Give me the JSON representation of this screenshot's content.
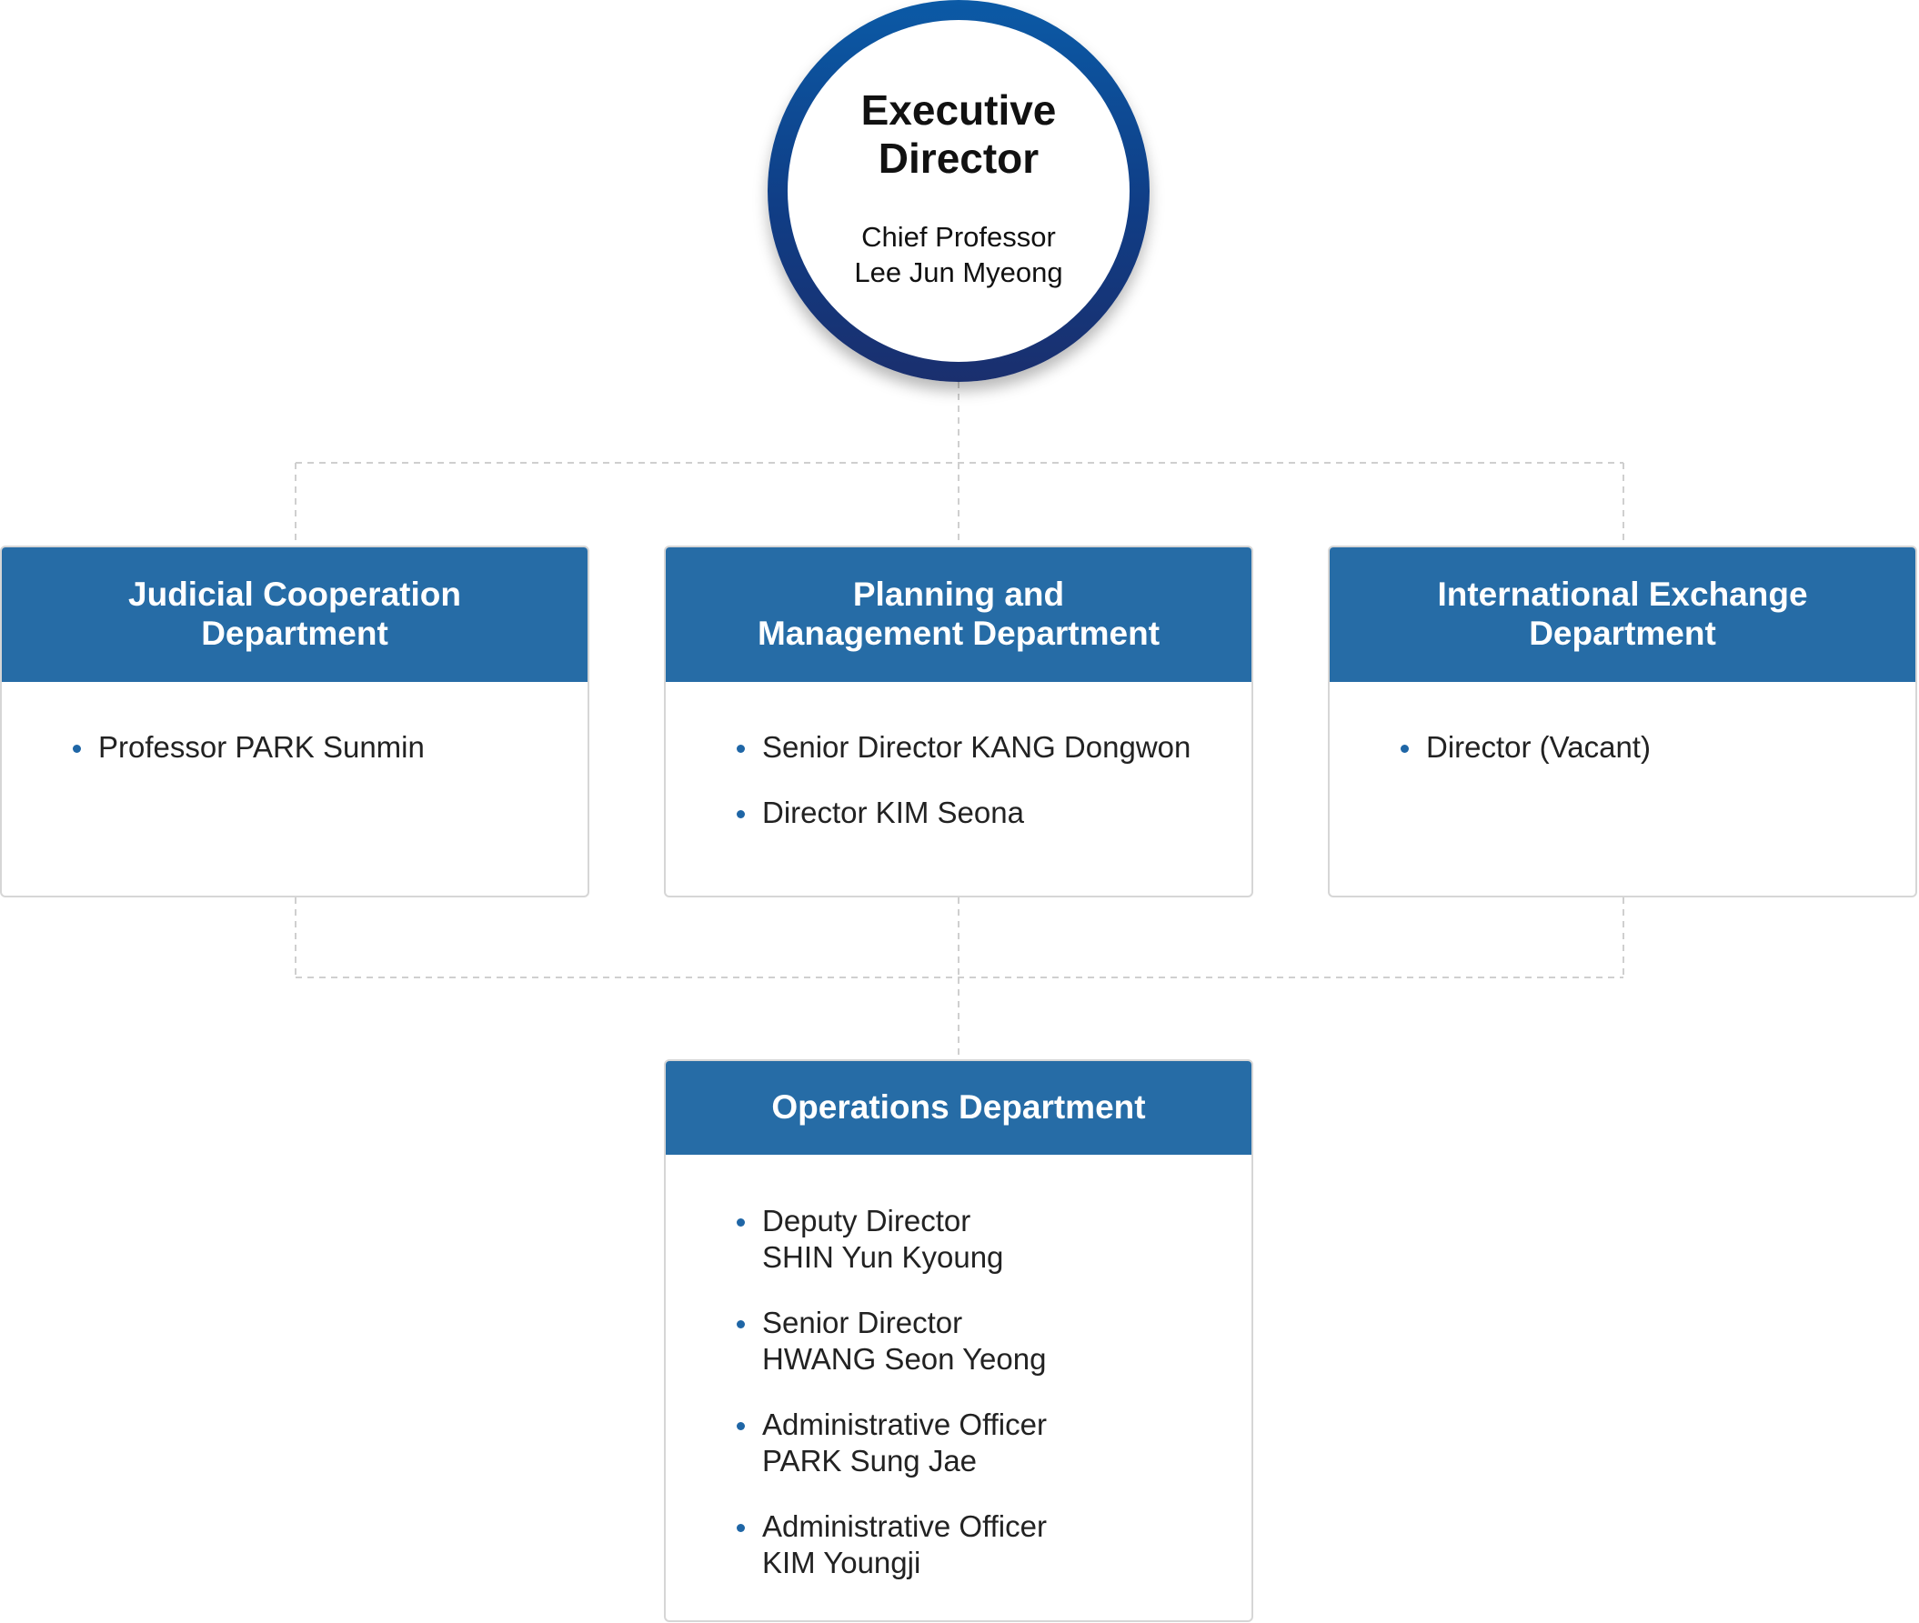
{
  "executive": {
    "title_line1": "Executive",
    "title_line2": "Director",
    "role": "Chief Professor",
    "name": "Lee Jun Myeong"
  },
  "departments": [
    {
      "title_line1": "Judicial Cooperation",
      "title_line2": "Department",
      "members": [
        {
          "line1": "Professor PARK Sunmin"
        }
      ]
    },
    {
      "title_line1": "Planning and",
      "title_line2": "Management Department",
      "members": [
        {
          "line1": "Senior Director KANG Dongwon"
        },
        {
          "line1": "Director KIM Seona"
        }
      ]
    },
    {
      "title_line1": "International Exchange",
      "title_line2": "Department",
      "members": [
        {
          "line1": "Director (Vacant)"
        }
      ]
    },
    {
      "title_line1": "Operations Department",
      "members": [
        {
          "line1": "Deputy Director",
          "line2": "SHIN Yun Kyoung"
        },
        {
          "line1": "Senior Director",
          "line2": "HWANG Seon Yeong"
        },
        {
          "line1": "Administrative Officer",
          "line2": "PARK Sung Jae"
        },
        {
          "line1": "Administrative Officer",
          "line2": "KIM Youngji"
        }
      ]
    }
  ],
  "colors": {
    "header_blue": "#266ca6",
    "ring_top": "#0b5aa6",
    "ring_bottom": "#1a2f6e",
    "bullet": "#1f66a6",
    "connector": "#cfcfcf"
  }
}
